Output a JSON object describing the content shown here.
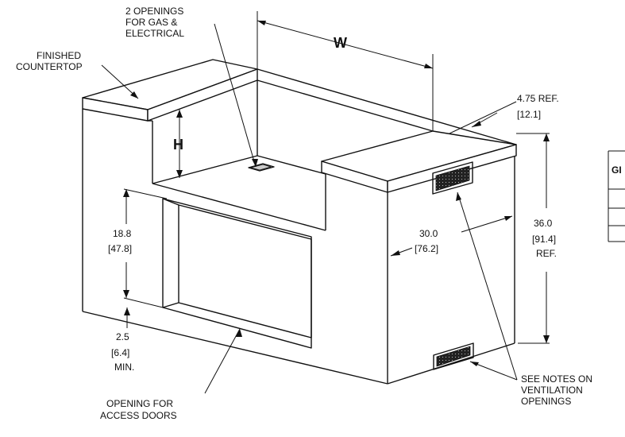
{
  "labels": {
    "openings_line1": "2 OPENINGS",
    "openings_line2": "FOR GAS &",
    "openings_line3": "ELECTRICAL",
    "countertop_line1": "FINISHED",
    "countertop_line2": "COUNTERTOP",
    "width_symbol": "W",
    "height_symbol": "H",
    "overhang_value": "4.75 REF.",
    "overhang_metric": "[12.1]",
    "height_value": "36.0",
    "height_metric": "[91.4]",
    "height_ref": "REF.",
    "opening_height_value": "18.8",
    "opening_height_metric": "[47.8]",
    "depth_value": "30.0",
    "depth_metric": "[76.2]",
    "base_value": "2.5",
    "base_metric": "[6.4]",
    "base_min": "MIN.",
    "access_line1": "OPENING FOR",
    "access_line2": "ACCESS DOORS",
    "vent_line1": "SEE NOTES ON",
    "vent_line2": "VENTILATION",
    "vent_line3": "OPENINGS",
    "table_header_partial": "GI"
  }
}
